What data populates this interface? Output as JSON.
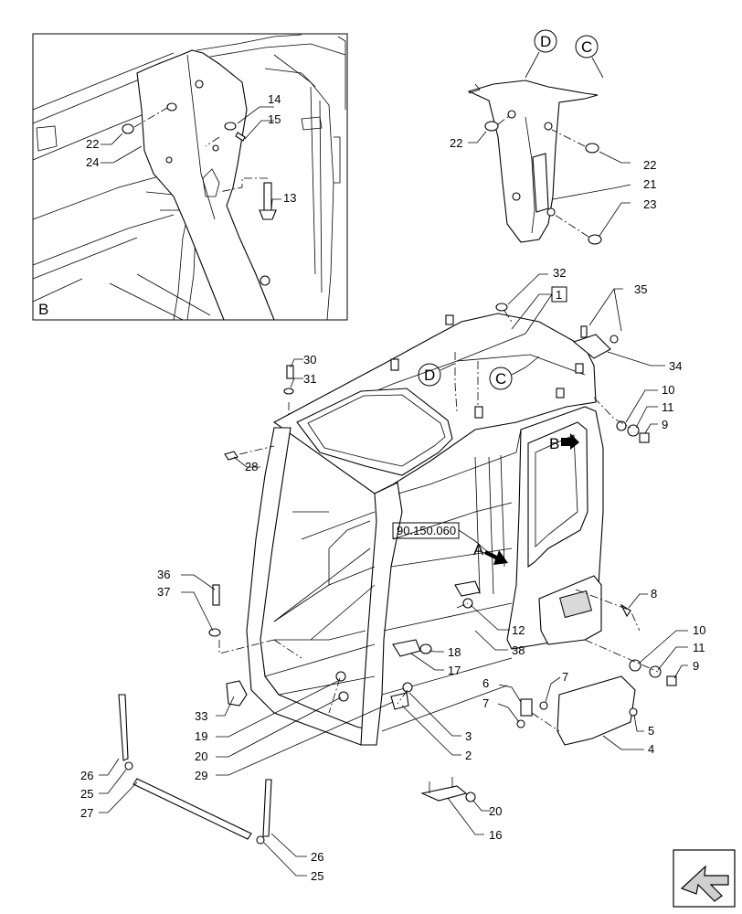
{
  "detail_b": {
    "corner_label": "B",
    "callouts": [
      "14",
      "15",
      "13",
      "22",
      "24"
    ]
  },
  "detail_dc": {
    "circle_d": "D",
    "circle_c": "C",
    "callouts": [
      "22",
      "22",
      "21",
      "23"
    ]
  },
  "main": {
    "box_label": "1",
    "circle_d": "D",
    "circle_c": "C",
    "ref_box": "90.150.060",
    "view_a": "A",
    "view_b": "B",
    "callouts": [
      "32",
      "35",
      "34",
      "30",
      "31",
      "10",
      "11",
      "9",
      "28",
      "36",
      "37",
      "8",
      "10",
      "11",
      "9",
      "12",
      "38",
      "18",
      "17",
      "33",
      "19",
      "20",
      "29",
      "6",
      "7",
      "7",
      "5",
      "4",
      "3",
      "2",
      "20",
      "16",
      "26",
      "25",
      "27",
      "26",
      "25"
    ]
  },
  "nav_icon": "back-arrow-icon"
}
